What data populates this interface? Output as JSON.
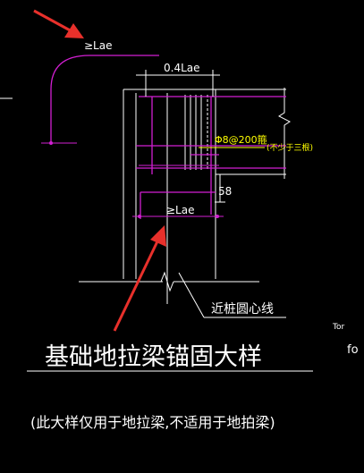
{
  "title": "基础地拉梁锚固大样",
  "subtitle": "(此大样仅用于地拉梁,不适用于地拍梁)",
  "labels": {
    "anchor_top": "≥Lae",
    "anchor_bottom": "≥Lae",
    "dim_top": "0.4Lae",
    "stirrup_note": "Φ8@200箍",
    "stirrup_note_extra": "(不少于三根)",
    "dim_58": "58",
    "pile_centerline": "近桩圆心线",
    "side_text_1": "Tor",
    "side_text_2": "fo"
  },
  "colors": {
    "background": "#000000",
    "magenta": "#d21fd2",
    "white": "#ffffff",
    "yellow": "#ffff00",
    "red": "#e8302b",
    "green": "#3bb54a"
  }
}
